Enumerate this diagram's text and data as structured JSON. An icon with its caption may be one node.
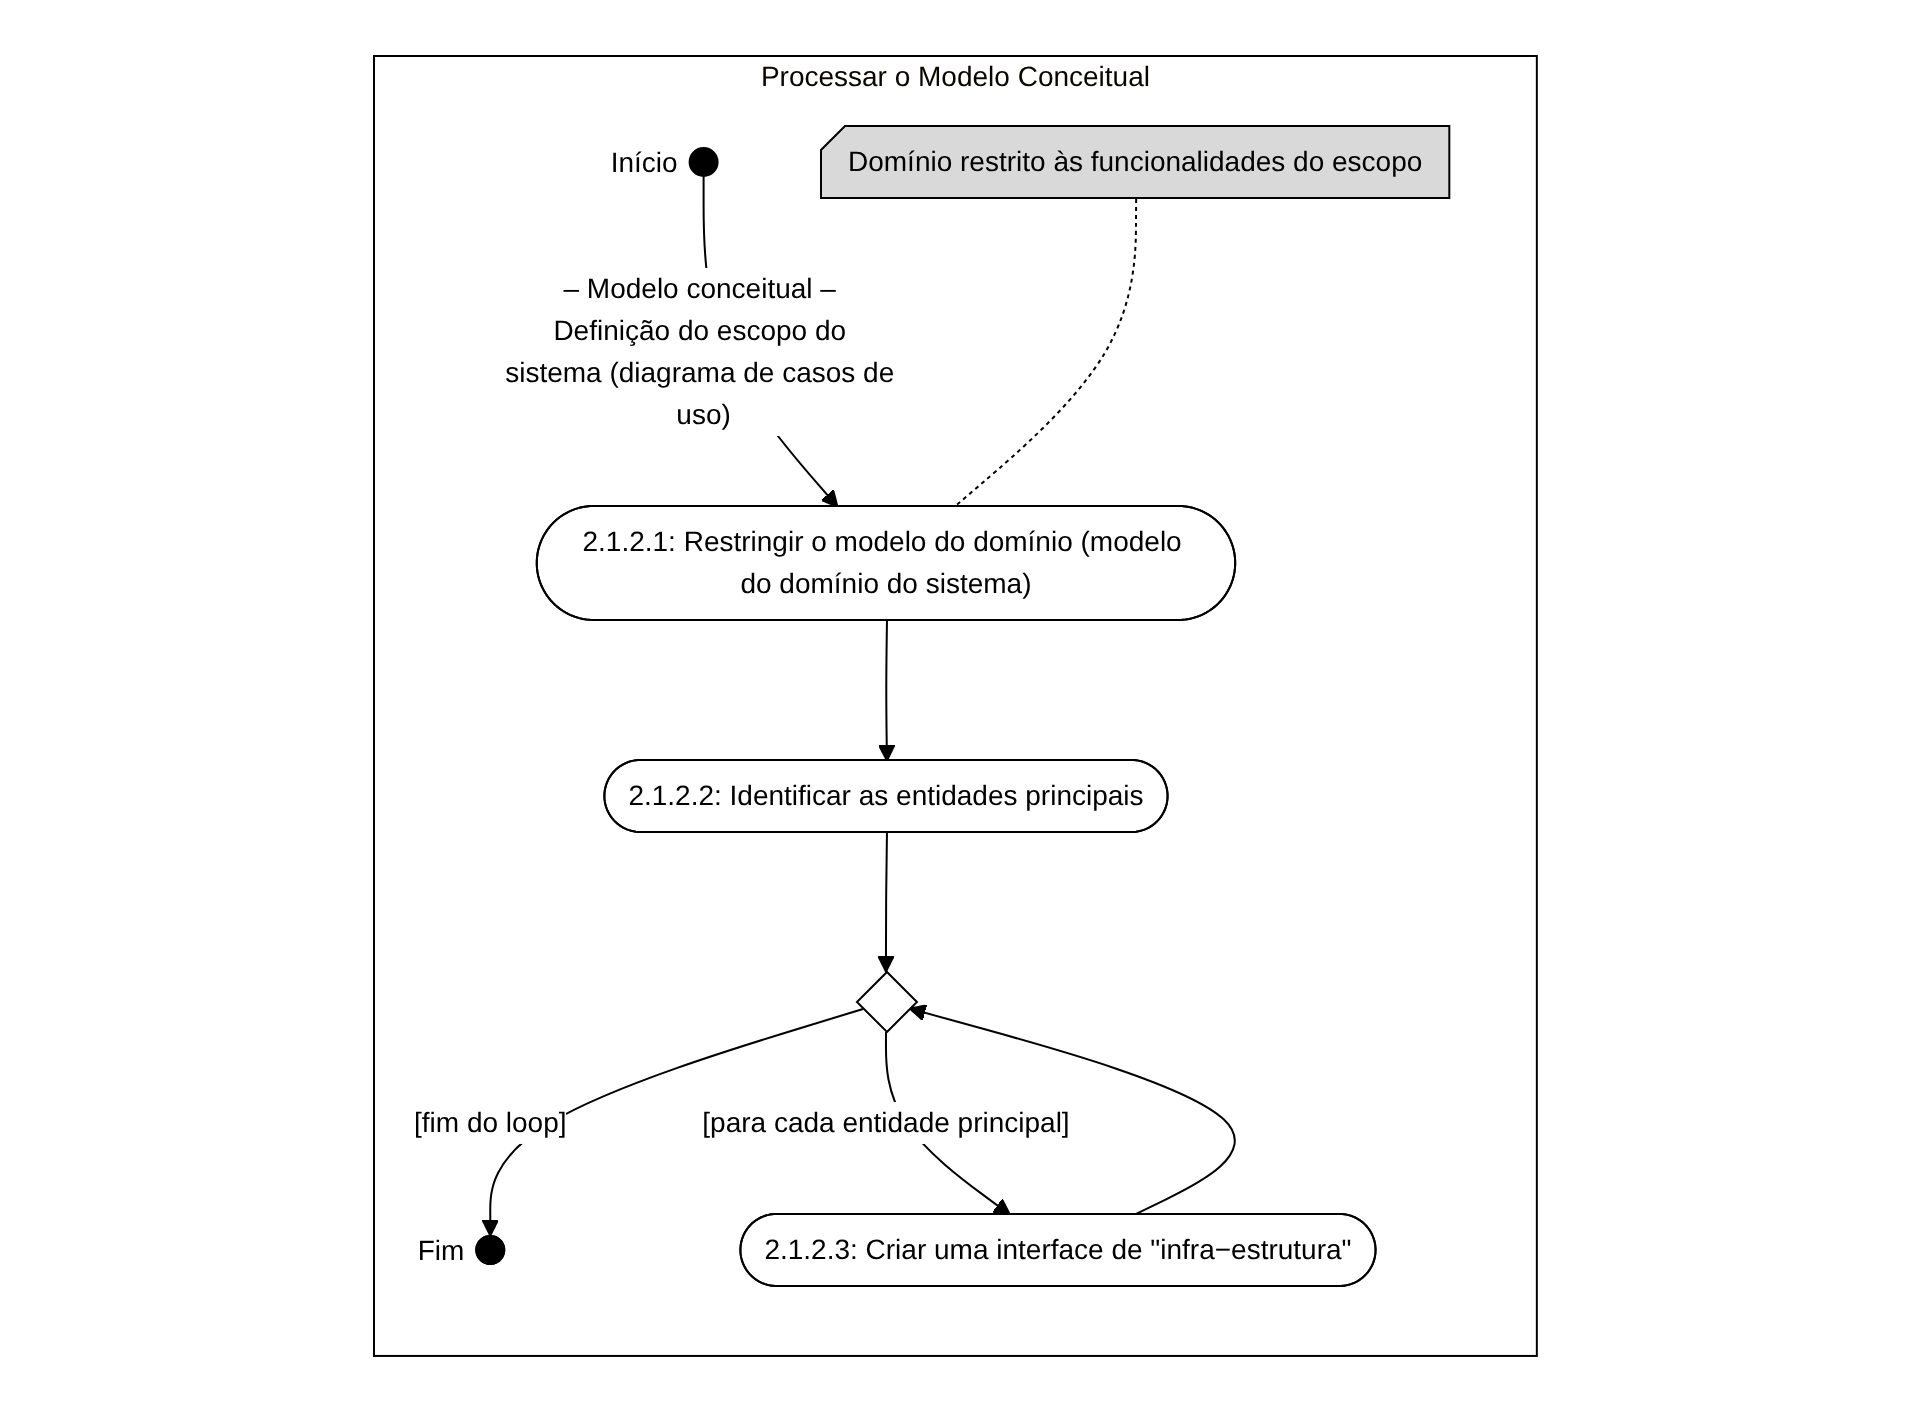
{
  "diagram": {
    "nodes": [
      {
        "text": [
          "Processar o Modelo Conceitual"
        ]
      },
      {
        "text": [],
        "shape": "circle",
        "beside": [
          "Início"
        ],
        "in": 0
      },
      {
        "text": [
          "Domínio restrito às funcionalidades do escopo"
        ],
        "in": 0
      },
      {
        "text": [
          "2.1.2.1: Restringir o modelo do domínio (modelo do domínio do sistema)"
        ],
        "in": 0
      },
      {
        "text": [
          "2.1.2.2: Identificar as entidades principais"
        ],
        "in": 0
      },
      {
        "text": [],
        "shape": "diamond",
        "in": 0
      },
      {
        "text": [],
        "shape": "circle",
        "beside": [
          "Fim"
        ],
        "in": 0
      },
      {
        "text": [
          "2.1.2.3: Criar uma interface de \"infra−estrutura\""
        ],
        "in": 0
      }
    ],
    "edges": [
      {
        "from": 1,
        "to": 3,
        "arrow": "to",
        "label": "– Modelo conceitual – Definição do escopo do sistema (diagrama de casos de uso)"
      },
      {
        "from": 2,
        "to": 3,
        "arrow": "none",
        "style": "dashed"
      },
      {
        "from": 3,
        "to": 4,
        "arrow": "to"
      },
      {
        "from": 4,
        "to": 5,
        "arrow": "to"
      },
      {
        "from": 5,
        "to": 6,
        "arrow": "to",
        "label": "[fim do loop]"
      },
      {
        "from": 5,
        "to": 7,
        "arrow": "to",
        "label": "[para cada entidade principal]"
      },
      {
        "from": 7,
        "to": 5,
        "arrow": "to"
      }
    ]
  }
}
